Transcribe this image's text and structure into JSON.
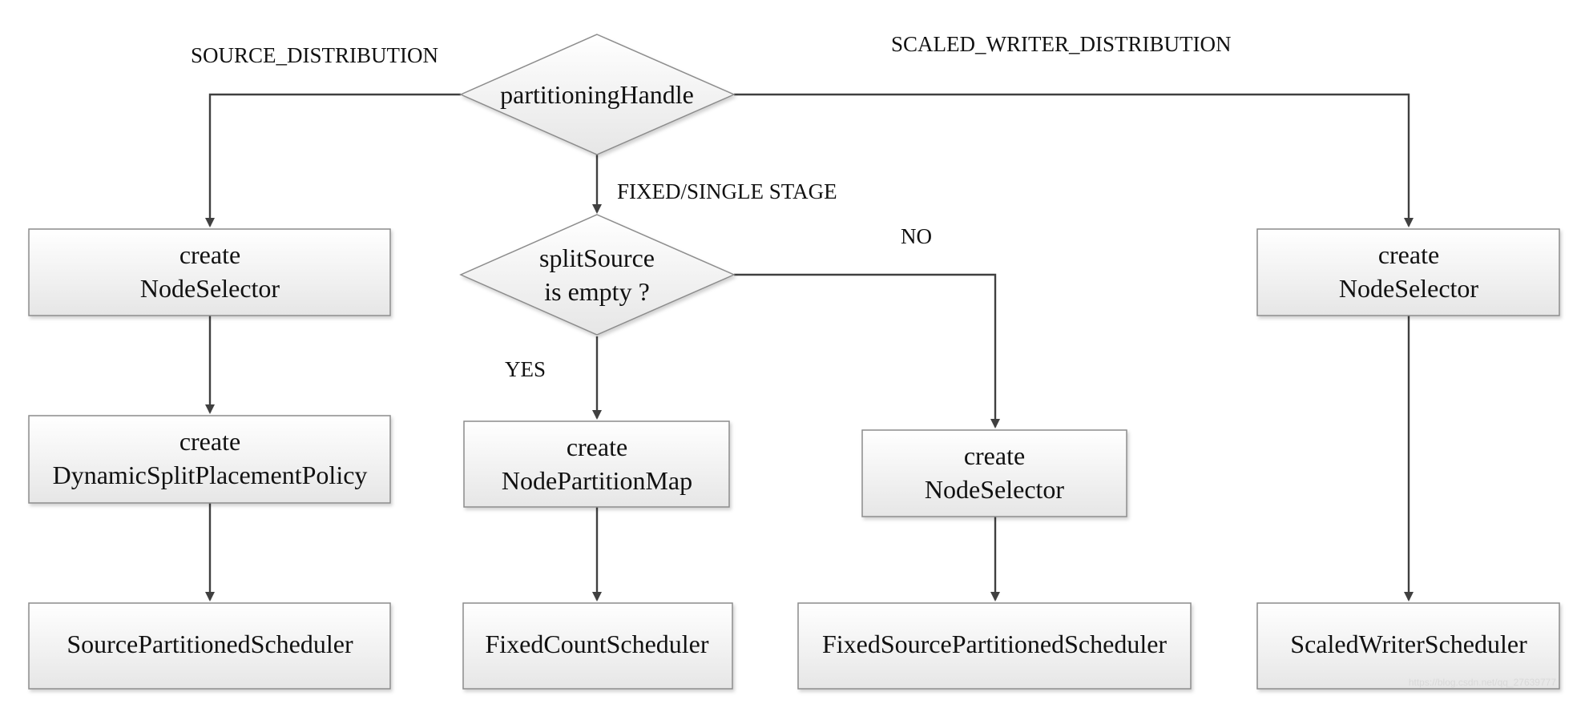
{
  "diagram": {
    "decisions": {
      "partitioning": {
        "lines": [
          "partitioningHandle"
        ]
      },
      "split_source": {
        "lines": [
          "splitSource",
          "is empty ?"
        ]
      }
    },
    "edge_labels": {
      "source_distribution": "SOURCE_DISTRIBUTION",
      "scaled_writer_distribution": "SCALED_WRITER_DISTRIBUTION",
      "fixed_single_stage": "FIXED/SINGLE STAGE",
      "no": "NO",
      "yes": "YES"
    },
    "boxes": {
      "left_node_selector": {
        "lines": [
          "create",
          "NodeSelector"
        ]
      },
      "dynamic_split_policy": {
        "lines": [
          "create",
          "DynamicSplitPlacementPolicy"
        ]
      },
      "source_partitioned_scheduler": {
        "lines": [
          "SourcePartitionedScheduler"
        ]
      },
      "node_partition_map": {
        "lines": [
          "create",
          "NodePartitionMap"
        ]
      },
      "fixed_count_scheduler": {
        "lines": [
          "FixedCountScheduler"
        ]
      },
      "mid_node_selector": {
        "lines": [
          "create",
          "NodeSelector"
        ]
      },
      "fixed_source_partitioned_scheduler": {
        "lines": [
          "FixedSourcePartitionedScheduler"
        ]
      },
      "right_node_selector": {
        "lines": [
          "create",
          "NodeSelector"
        ]
      },
      "scaled_writer_scheduler": {
        "lines": [
          "ScaledWriterScheduler"
        ]
      }
    },
    "watermark": "https://blog.csdn.net/qq_27639777"
  }
}
